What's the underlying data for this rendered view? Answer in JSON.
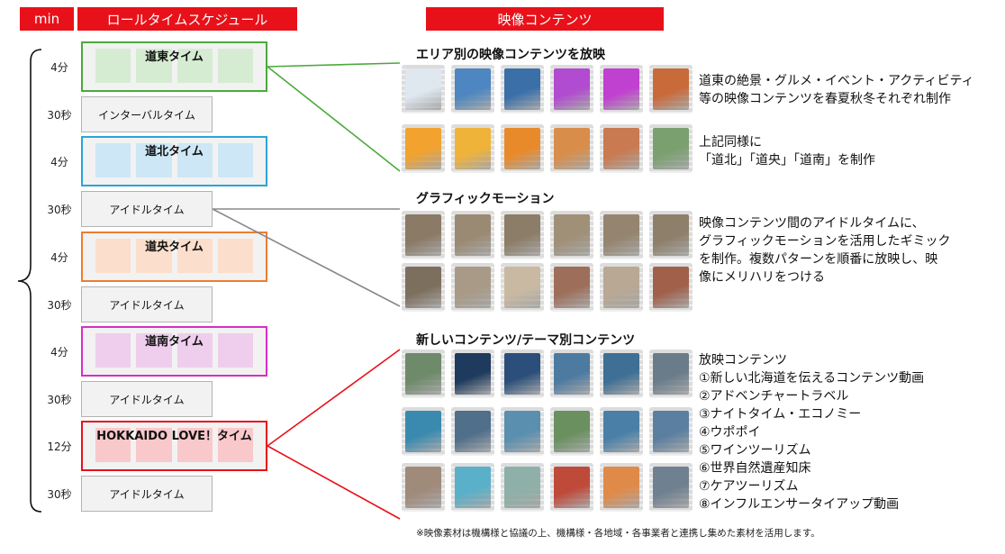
{
  "headers": {
    "min": "min",
    "schedule": "ロールタイムスケジュール",
    "contents": "映像コンテンツ"
  },
  "schedule": [
    {
      "duration": "4分",
      "label": "道東タイム",
      "kind": "time",
      "color": "#4aaa3a",
      "tile": "#d6ecd2"
    },
    {
      "duration": "30秒",
      "label": "インターバルタイム",
      "kind": "idle"
    },
    {
      "duration": "4分",
      "label": "道北タイム",
      "kind": "time",
      "color": "#2aa5d8",
      "tile": "#cde7f6"
    },
    {
      "duration": "30秒",
      "label": "アイドルタイム",
      "kind": "idle"
    },
    {
      "duration": "4分",
      "label": "道央タイム",
      "kind": "time",
      "color": "#ed7d31",
      "tile": "#fbdecb"
    },
    {
      "duration": "30秒",
      "label": "アイドルタイム",
      "kind": "idle"
    },
    {
      "duration": "4分",
      "label": "道南タイム",
      "kind": "time",
      "color": "#d62fc6",
      "tile": "#efcdec"
    },
    {
      "duration": "30秒",
      "label": "アイドルタイム",
      "kind": "idle"
    },
    {
      "duration": "12分",
      "label": "HOKKAIDO LOVE！タイム",
      "kind": "time",
      "color": "#e8111a",
      "tile": "#f9c8cb"
    },
    {
      "duration": "30秒",
      "label": "アイドルタイム",
      "kind": "idle"
    }
  ],
  "sections": [
    {
      "title": "エリア別の映像コンテンツを放映",
      "rows": [
        {
          "desc": "道東の絶景・グルメ・イベント・アクティビティ\n等の映像コンテンツを春夏秋冬それぞれ制作",
          "thumbs": [
            "#dfe7ef",
            "#4d86c0",
            "#3a6fa8",
            "#b14bcf",
            "#c040d0",
            "#c96a3a"
          ]
        },
        {
          "desc": "上記同様に\n「道北」「道央」「道南」を制作",
          "thumbs": [
            "#f2a22e",
            "#f0b33a",
            "#e98a2a",
            "#d98d4a",
            "#c97a50",
            "#7aa070"
          ]
        }
      ]
    },
    {
      "title": "グラフィックモーション",
      "rows": [
        {
          "desc": "映像コンテンツ間のアイドルタイムに、\nグラフィックモーションを活用したギミック\nを制作。複数パターンを順番に放映し、映\n像にメリハリをつける",
          "thumbs": [
            "#8a7a66",
            "#9a8a74",
            "#8c7d68",
            "#a09078",
            "#958570",
            "#8e7f6a"
          ]
        },
        {
          "desc": "",
          "thumbs": [
            "#7d6f5d",
            "#a89a86",
            "#c9b9a2",
            "#9d6f5a",
            "#b8a894",
            "#a0604a"
          ]
        }
      ]
    },
    {
      "title": "新しいコンテンツ/テーマ別コンテンツ",
      "rows": [
        {
          "desc": "放映コンテンツ\n①新しい北海道を伝えるコンテンツ動画\n②アドベンチャートラベル\n③ナイトタイム・エコノミー\n④ウポポイ\n⑤ワインツーリズム\n⑥世界自然遺産知床\n⑦ケアツーリズム\n⑧インフルエンサータイアップ動画",
          "thumbs": [
            "#6f8a6a",
            "#1e3a5c",
            "#2b4f7a",
            "#4d7aa0",
            "#3f6f94",
            "#6a7c8a"
          ]
        },
        {
          "desc": "",
          "thumbs": [
            "#3a8ab0",
            "#4f6f8a",
            "#5a8fb0",
            "#6a9060",
            "#4a80a8",
            "#5b7fa0"
          ]
        },
        {
          "desc": "",
          "thumbs": [
            "#a08a7a",
            "#5ab0c8",
            "#8fb0a8",
            "#c04a3a",
            "#e08a4a",
            "#6f8090"
          ]
        }
      ]
    }
  ],
  "note": "※映像素材は機構様と協議の上、機構様・各地域・各事業者と連携し集めた素材を活用します。",
  "connector_colors": {
    "green": "#4aaa3a",
    "gray": "#888888",
    "red": "#e8111a"
  }
}
